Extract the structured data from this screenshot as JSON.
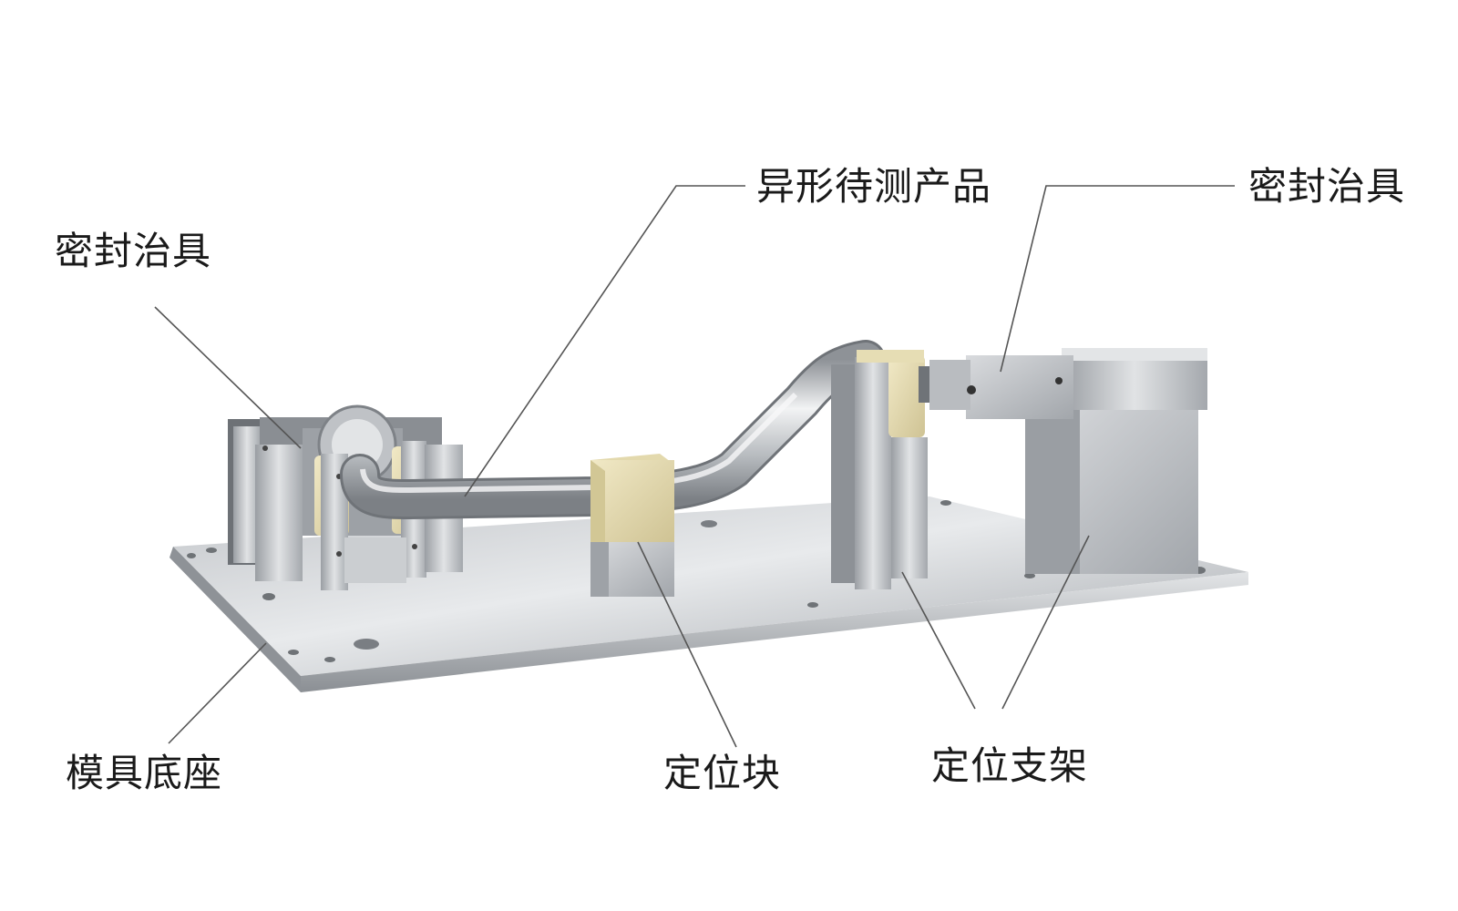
{
  "labels": {
    "product": "异形待测产品",
    "seal_fixture_right": "密封治具",
    "seal_fixture_left": "密封治具",
    "mold_base": "模具底座",
    "positioning_block": "定位块",
    "positioning_bracket": "定位支架"
  },
  "colors": {
    "plate_light": "#e6e8ea",
    "plate_dark": "#a9adb2",
    "metal": "#c8cbcf",
    "metal_dark": "#8f9398",
    "tube": "#d3d6d9",
    "beige_block": "#e9dfb2",
    "leader_line": "#555555"
  }
}
